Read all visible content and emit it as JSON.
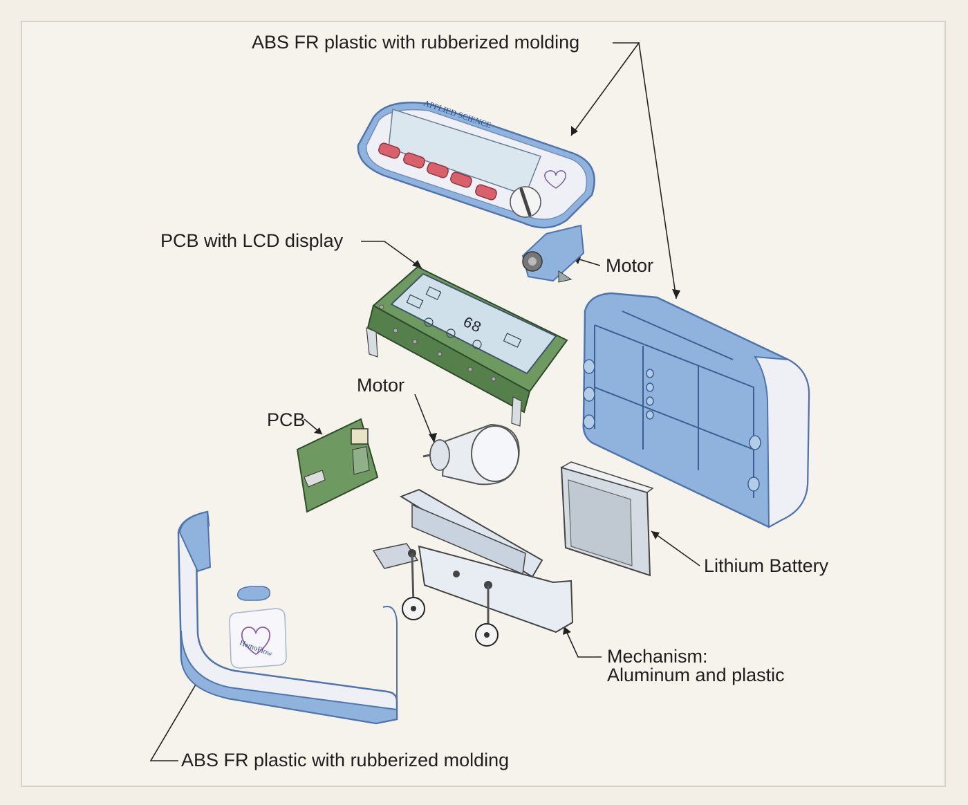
{
  "callouts": {
    "top_casing": "ABS FR plastic with rubberized molding",
    "pcb_lcd": "PCB with LCD display",
    "motor_small": "Motor",
    "motor_large": "Motor",
    "pcb": "PCB",
    "battery": "Lithium Battery",
    "mechanism_line1": "Mechanism:",
    "mechanism_line2": "Aluminum and plastic",
    "bottom_casing": "ABS FR plastic with rubberized molding"
  },
  "device_markings": {
    "brand": "APPLIED SCIENCE",
    "logo": "HemoFlow",
    "lcd_readout": "68"
  },
  "colors": {
    "background": "#f3efe6",
    "casing_blue": "#8fb3dd",
    "casing_blue_dark": "#4f74ad",
    "casing_white": "#eef0f6",
    "button_red": "#d9616b",
    "pcb_green": "#6e9a62",
    "lcd": "#cfe0ea"
  }
}
